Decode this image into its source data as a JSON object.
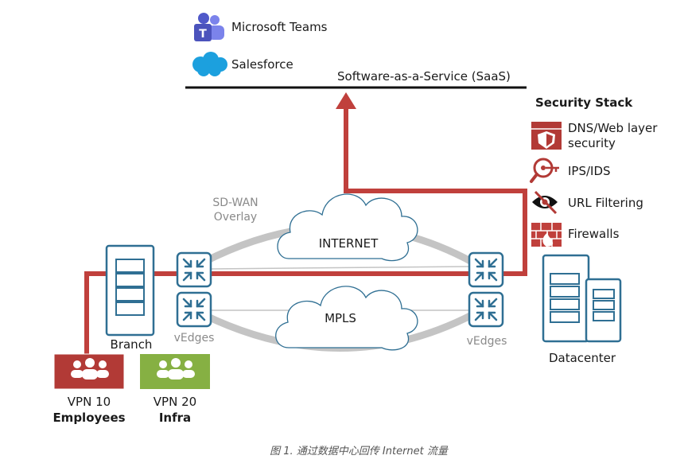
{
  "saas": {
    "apps": [
      "Microsoft Teams",
      "Salesforce"
    ],
    "label": "Software-as-a-Service (SaaS)"
  },
  "security_stack": {
    "title": "Security Stack",
    "items": [
      {
        "line1": "DNS/Web layer",
        "line2": "security",
        "icon": "shield-web-icon"
      },
      {
        "line1": "IPS/IDS",
        "line2": "",
        "icon": "key-magnifier-icon"
      },
      {
        "line1": "URL Filtering",
        "line2": "",
        "icon": "eye-blocked-icon"
      },
      {
        "line1": "Firewalls",
        "line2": "",
        "icon": "firewall-icon"
      }
    ]
  },
  "overlay": {
    "line1": "SD-WAN",
    "line2": "Overlay"
  },
  "clouds": {
    "internet": "INTERNET",
    "mpls": "MPLS"
  },
  "sites": {
    "branch": "Branch",
    "vedges_left": "vEdges",
    "vedges_right": "vEdges",
    "datacenter": "Datacenter"
  },
  "vpns": [
    {
      "vpn": "VPN 10",
      "name": "Employees",
      "color": "#b23a36"
    },
    {
      "vpn": "VPN 20",
      "name": "Infra",
      "color": "#86b043"
    }
  ],
  "caption": "图 1. 通过数据中心回传 Internet 流量",
  "colors": {
    "path": "#c0403c",
    "teal": "#2f6f93",
    "grey": "#c4c4c4"
  }
}
